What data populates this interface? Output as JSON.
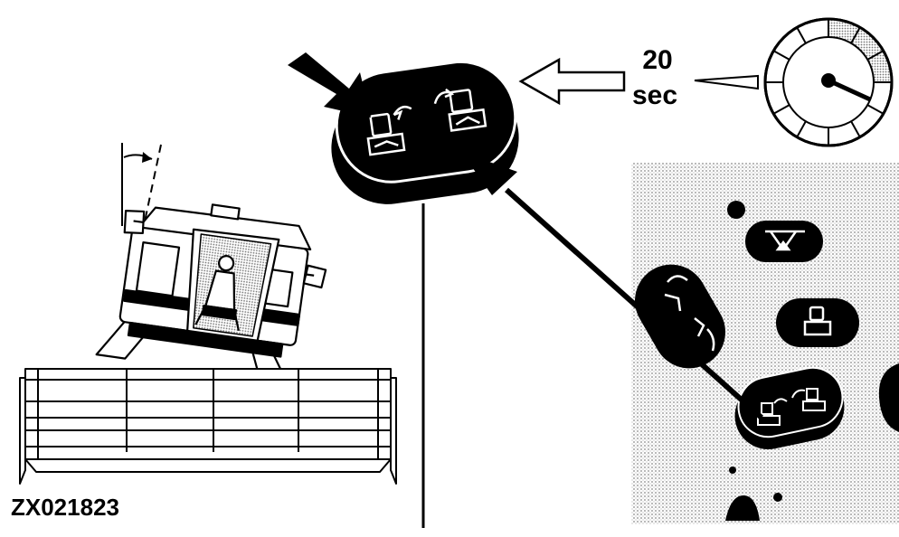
{
  "timer": {
    "value": "20",
    "unit": "sec"
  },
  "figure_id": "ZX021823",
  "colors": {
    "ink": "#000000",
    "paper": "#ffffff",
    "stipple": "#bdbdbd"
  },
  "icons": [
    "combine-tilt-illustration",
    "tilt-rocker-switch-icon",
    "timer-dial-icon",
    "console-panel-icon"
  ]
}
